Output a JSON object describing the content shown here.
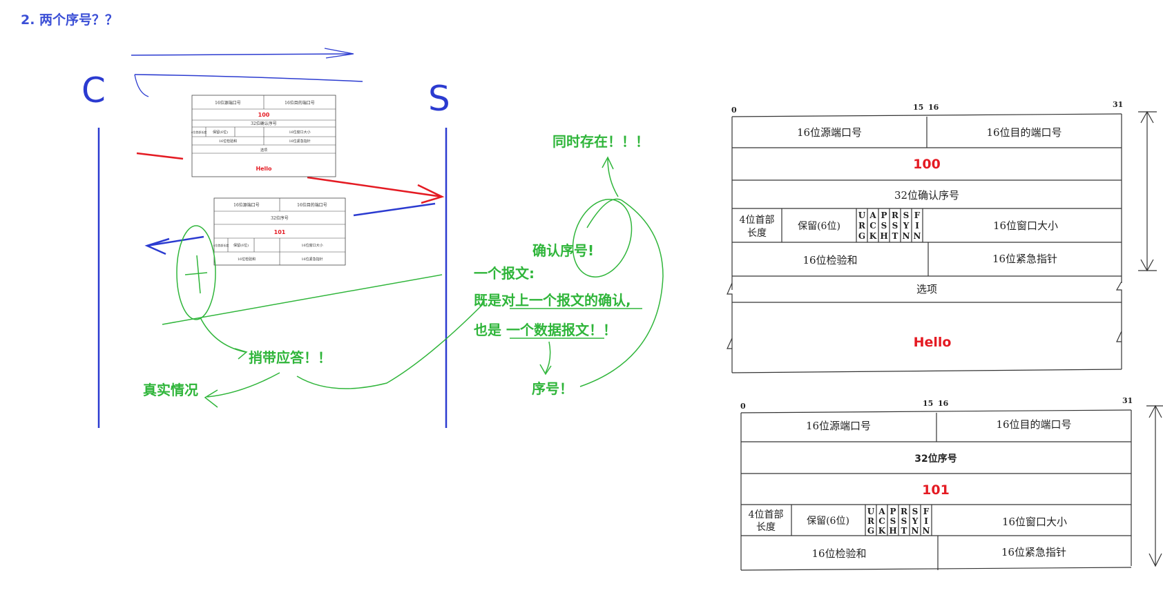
{
  "heading": "2. 两个序号？？",
  "client_label": "C",
  "server_label": "S",
  "colors": {
    "heading": "#3b4fd6",
    "timeline": "#2b3bd0",
    "red": "#e41b23",
    "blue": "#2b3bd0",
    "green": "#2fb53a",
    "table_red": "#e41b23"
  },
  "notes": {
    "simultaneous": "同时存在！！！",
    "ack_seq": "确认序号!",
    "one_segment": "一个报文:",
    "line_ack": "既是对上一个报文的确认,",
    "line_data": "也是 一个数据报文！！",
    "seq": "序号！",
    "piggyback": "捎带应答！！",
    "reality": "真实情况"
  },
  "header1": {
    "bit0": "0",
    "bit15": "15",
    "bit16": "16",
    "bit31": "31",
    "src_port": "16位源端口号",
    "dst_port": "16位目的端口号",
    "seq_value": "100",
    "ack_label": "32位确认序号",
    "hdr_len": [
      "4位首部",
      "长度"
    ],
    "reserved": "保留(6位)",
    "flags": [
      "URG",
      "ACK",
      "PSH",
      "RST",
      "SYN",
      "FIN"
    ],
    "window": "16位窗口大小",
    "checksum": "16位检验和",
    "urgent": "16位紧急指针",
    "options": "选项",
    "data": "Hello"
  },
  "header2": {
    "bit0": "0",
    "bit15": "15",
    "bit16": "16",
    "bit31": "31",
    "src_port": "16位源端口号",
    "dst_port": "16位目的端口号",
    "seq_label": "32位序号",
    "ack_value": "101",
    "hdr_len": [
      "4位首部",
      "长度"
    ],
    "reserved": "保留(6位)",
    "flags": [
      "URG",
      "ACK",
      "PSH",
      "RST",
      "SYN",
      "FIN"
    ],
    "window": "16位窗口大小",
    "checksum": "16位检验和",
    "urgent": "16位紧急指针"
  },
  "mini1": {
    "src_port": "16位源端口号",
    "dst_port": "16位目的端口号",
    "seq_value": "100",
    "ack_label": "32位确认序号",
    "hdr_len": "4位首部长度",
    "reserved": "保留(6位)",
    "window": "16位窗口大小",
    "checksum": "16位检验和",
    "urgent": "16位紧急指针",
    "options": "选项",
    "data": "Hello"
  },
  "mini2": {
    "src_port": "16位源端口号",
    "dst_port": "16位目的端口号",
    "seq_label": "32位序号",
    "ack_value": "101",
    "hdr_len": "4位首部长度",
    "reserved": "保留(6位)",
    "window": "16位窗口大小",
    "checksum": "16位检验和",
    "urgent": "16位紧急指针"
  }
}
